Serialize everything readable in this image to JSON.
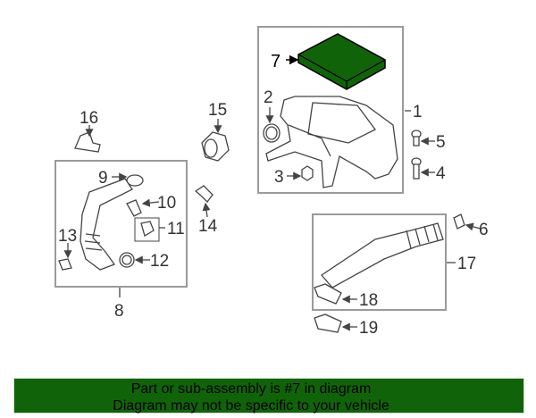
{
  "diagram": {
    "highlighted_part": "7",
    "highlight_color": "#116309",
    "callouts": {
      "p1": "1",
      "p2": "2",
      "p3": "3",
      "p4": "4",
      "p5": "5",
      "p6": "6",
      "p7": "7",
      "p8": "8",
      "p9": "9",
      "p10": "10",
      "p11": "11",
      "p12": "12",
      "p13": "13",
      "p14": "14",
      "p15": "15",
      "p16": "16",
      "p17": "17",
      "p18": "18",
      "p19": "19"
    }
  },
  "banner": {
    "line1": "Part or sub-assembly is #7 in diagram",
    "line2": "Diagram may not be specific to your vehicle",
    "color": "#116309"
  }
}
